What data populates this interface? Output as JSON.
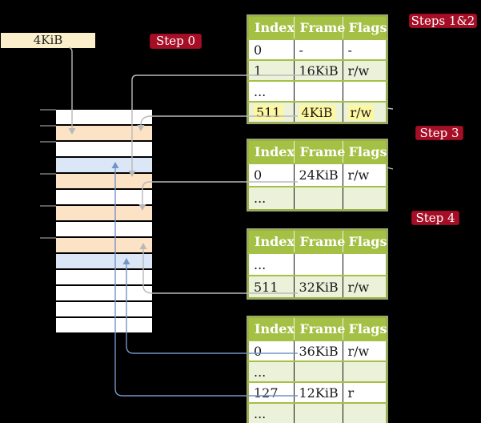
{
  "labels": {
    "frame_4kib": "4KiB"
  },
  "badges": {
    "step0": "Step 0",
    "steps12": "Steps 1&2",
    "step3": "Step 3",
    "step4": "Step 4"
  },
  "memory_column": {
    "rows": [
      "plain",
      "table",
      "plain",
      "mapped",
      "table",
      "plain",
      "table",
      "plain",
      "table",
      "mapped",
      "plain",
      "plain",
      "plain",
      "plain"
    ],
    "legend": {
      "table": "page-table frame (orange)",
      "mapped": "mapped data frame (blue)",
      "plain": "free frame (white)"
    }
  },
  "tables": [
    {
      "name": "page-table-steps-1-2",
      "columns": [
        "Index",
        "Frame",
        "Flags"
      ],
      "rows": [
        {
          "cells": [
            "0",
            "-",
            "-"
          ],
          "shade": false,
          "highlight": false
        },
        {
          "cells": [
            "1",
            "16KiB",
            "r/w"
          ],
          "shade": true,
          "highlight": false
        },
        {
          "cells": [
            "...",
            "",
            ""
          ],
          "shade": false,
          "highlight": false
        },
        {
          "cells": [
            "511",
            "4KiB",
            "r/w"
          ],
          "shade": true,
          "highlight": true
        }
      ]
    },
    {
      "name": "page-table-step-3",
      "columns": [
        "Index",
        "Frame",
        "Flags"
      ],
      "rows": [
        {
          "cells": [
            "0",
            "24KiB",
            "r/w"
          ],
          "shade": false,
          "highlight": false
        },
        {
          "cells": [
            "...",
            "",
            ""
          ],
          "shade": true,
          "highlight": false
        }
      ]
    },
    {
      "name": "page-table-step-4",
      "columns": [
        "Index",
        "Frame",
        "Flags"
      ],
      "rows": [
        {
          "cells": [
            "...",
            "",
            ""
          ],
          "shade": false,
          "highlight": false
        },
        {
          "cells": [
            "511",
            "32KiB",
            "r/w"
          ],
          "shade": true,
          "highlight": false
        }
      ]
    },
    {
      "name": "page-table-final",
      "columns": [
        "Index",
        "Frame",
        "Flags"
      ],
      "rows": [
        {
          "cells": [
            "0",
            "36KiB",
            "r/w"
          ],
          "shade": false,
          "highlight": false
        },
        {
          "cells": [
            "...",
            "",
            ""
          ],
          "shade": true,
          "highlight": false
        },
        {
          "cells": [
            "127",
            "12KiB",
            "r"
          ],
          "shade": false,
          "highlight": false
        },
        {
          "cells": [
            "...",
            "",
            ""
          ],
          "shade": true,
          "highlight": false
        }
      ]
    }
  ],
  "colors": {
    "bg": "#000000",
    "cream": "#fbeecb",
    "badge_bg": "#a60e26",
    "olive_header": "#a4c045",
    "row_green": "#ecf2da",
    "highlight_yellow": "#fdf8a0",
    "mem_orange": "#fce3c6",
    "mem_blue": "#dbe7f6",
    "conn_gray": "#b9b9b9",
    "conn_blue": "#7593c6"
  }
}
